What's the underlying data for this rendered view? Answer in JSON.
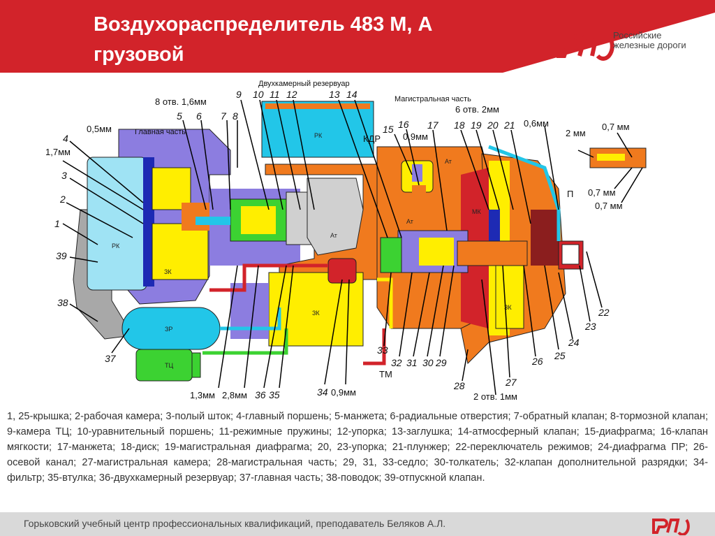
{
  "header": {
    "title": "Воздухораспределитель  483 М, А грузовой",
    "brand_line1": "Российские",
    "brand_line2": "железные дороги"
  },
  "colors": {
    "red": "#d2232a",
    "cyan": "#22c6e8",
    "blue": "#2d6ad8",
    "yellow": "#ffee00",
    "orange": "#f07a1e",
    "green": "#3cd232",
    "violet": "#8c7de0"
  },
  "diagram": {
    "section_labels": {
      "main_part": "Главная часть",
      "two_chamber": "Двухкамерный резервуар",
      "mag_part": "Магистральная часть"
    },
    "chamber_labels": {
      "rk_top": "РК",
      "rk_left": "РК",
      "zk_left": "ЗК",
      "zk_mid": "ЗК",
      "zk_right": "ЗК",
      "at1": "Ат",
      "at2": "Ат",
      "at3": "Ат",
      "mk": "МК",
      "zr": "ЗР",
      "tc": "ТЦ",
      "p": "П"
    },
    "annotations": {
      "a_8otv": "8 отв. 1,6мм",
      "a_05": "0,5мм",
      "a_17": "1,7мм",
      "a_kdr": "КДР",
      "a_09a": "0,9мм",
      "a_6otv": "6 отв. 2мм",
      "a_06": "0,6мм",
      "a_2mm": "2 мм",
      "a_07a": "0,7 мм",
      "a_07b": "0,7 мм",
      "a_07c": "0,7 мм",
      "a_13": "1,3мм",
      "a_28": "2,8мм",
      "a_09b": "0,9мм",
      "a_tm": "ТМ",
      "a_2otv": "2 отв. 1мм"
    },
    "numbers": {
      "n1": "1",
      "n2": "2",
      "n3": "3",
      "n4": "4",
      "n5": "5",
      "n6": "6",
      "n7": "7",
      "n8": "8",
      "n9": "9",
      "n10": "10",
      "n11": "11",
      "n12": "12",
      "n13": "13",
      "n14": "14",
      "n15": "15",
      "n16": "16",
      "n17": "17",
      "n18": "18",
      "n19": "19",
      "n20": "20",
      "n21": "21",
      "n22": "22",
      "n23": "23",
      "n24": "24",
      "n25": "25",
      "n26": "26",
      "n27": "27",
      "n28": "28",
      "n29": "29",
      "n30": "30",
      "n31": "31",
      "n32": "32",
      "n33": "33",
      "n34": "34",
      "n35": "35",
      "n36": "36",
      "n37": "37",
      "n38": "38",
      "n39": "39"
    }
  },
  "legend": {
    "text": "1, 25-крышка; 2-рабочая камера; 3-полый шток; 4-главный поршень; 5-манжета; 6-радиальные отверстия; 7-обратный клапан; 8-тормозной клапан; 9-камера ТЦ; 10-уравнительный поршень; 11-режимные пружины; 12-упорка; 13-заглушка; 14-атмосферный клапан; 15-диафрагма; 16-клапан мягкости; 17-манжета; 18-диск; 19-магистральная диафрагма; 20, 23-упорка; 21-плунжер; 22-переключатель режимов; 24-диафрагма ПР; 26-осевой канал; 27-магистральная камера; 28-магистральная часть; 29, 31, 33-седло; 30-толкатель; 32-клапан дополнительной разрядки; 34-фильтр; 35-втулка; 36-двухкамерный резервуар; 37-главная часть; 38-поводок; 39-отпускной клапан."
  },
  "footer": {
    "text": "Горьковский учебный центр профессиональных квалификаций, преподаватель Беляков А.Л."
  }
}
